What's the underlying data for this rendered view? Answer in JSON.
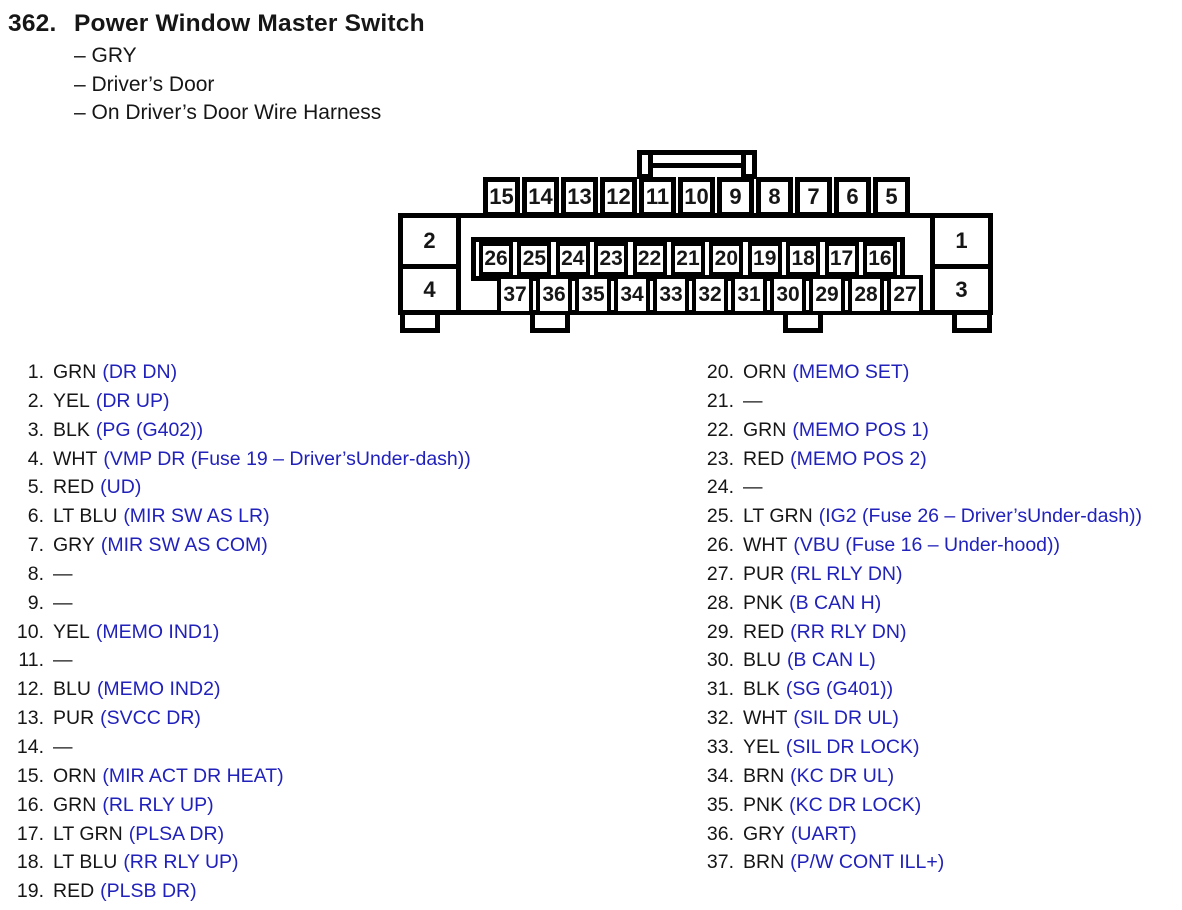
{
  "colors": {
    "ink": "#161616",
    "signal_blue": "#2121bb",
    "line": "#000000",
    "background": "#ffffff"
  },
  "header": {
    "section_number": "362.",
    "title": "Power Window Master Switch",
    "details": [
      "– GRY",
      "– Driver’s Door",
      "– On Driver’s Door Wire Harness"
    ]
  },
  "connector": {
    "top_row_pins": [
      "15",
      "14",
      "13",
      "12",
      "11",
      "10",
      "9",
      "8",
      "7",
      "6",
      "5"
    ],
    "middle_row_pins": [
      "26",
      "25",
      "24",
      "23",
      "22",
      "21",
      "20",
      "19",
      "18",
      "17",
      "16"
    ],
    "bottom_row_pins": [
      "37",
      "36",
      "35",
      "34",
      "33",
      "32",
      "31",
      "30",
      "29",
      "28",
      "27"
    ],
    "left_column_pins": [
      "2",
      "4"
    ],
    "right_column_pins": [
      "1",
      "3"
    ]
  },
  "pin_list": {
    "left_column": [
      {
        "num": "1.",
        "wire": "GRN",
        "signal": "(DR DN)"
      },
      {
        "num": "2.",
        "wire": "YEL",
        "signal": "(DR UP)"
      },
      {
        "num": "3.",
        "wire": "BLK",
        "signal": "(PG (G402))"
      },
      {
        "num": "4.",
        "wire": "WHT",
        "signal": "(VMP DR (Fuse 19 – Driver’sUnder-dash))"
      },
      {
        "num": "5.",
        "wire": "RED",
        "signal": "(UD)"
      },
      {
        "num": "6.",
        "wire": "LT BLU",
        "signal": "(MIR SW AS LR)"
      },
      {
        "num": "7.",
        "wire": "GRY",
        "signal": "(MIR SW AS COM)"
      },
      {
        "num": "8.",
        "wire": "—",
        "signal": ""
      },
      {
        "num": "9.",
        "wire": "—",
        "signal": ""
      },
      {
        "num": "10.",
        "wire": "YEL",
        "signal": "(MEMO IND1)"
      },
      {
        "num": "11.",
        "wire": "—",
        "signal": ""
      },
      {
        "num": "12.",
        "wire": "BLU",
        "signal": "(MEMO IND2)"
      },
      {
        "num": "13.",
        "wire": "PUR",
        "signal": "(SVCC DR)"
      },
      {
        "num": "14.",
        "wire": "—",
        "signal": ""
      },
      {
        "num": "15.",
        "wire": "ORN",
        "signal": "(MIR ACT DR HEAT)"
      },
      {
        "num": "16.",
        "wire": "GRN",
        "signal": "(RL RLY UP)"
      },
      {
        "num": "17.",
        "wire": "LT GRN",
        "signal": "(PLSA DR)"
      },
      {
        "num": "18.",
        "wire": "LT BLU",
        "signal": "(RR RLY UP)"
      },
      {
        "num": "19.",
        "wire": "RED",
        "signal": "(PLSB DR)"
      }
    ],
    "right_column": [
      {
        "num": "20.",
        "wire": "ORN",
        "signal": "(MEMO SET)"
      },
      {
        "num": "21.",
        "wire": "—",
        "signal": ""
      },
      {
        "num": "22.",
        "wire": "GRN",
        "signal": "(MEMO POS 1)"
      },
      {
        "num": "23.",
        "wire": "RED",
        "signal": "(MEMO POS 2)"
      },
      {
        "num": "24.",
        "wire": "—",
        "signal": ""
      },
      {
        "num": "25.",
        "wire": "LT GRN",
        "signal": "(IG2 (Fuse 26 – Driver’sUnder-dash))"
      },
      {
        "num": "26.",
        "wire": "WHT",
        "signal": "(VBU (Fuse 16 – Under-hood))"
      },
      {
        "num": "27.",
        "wire": "PUR",
        "signal": "(RL RLY DN)"
      },
      {
        "num": "28.",
        "wire": "PNK",
        "signal": "(B CAN H)"
      },
      {
        "num": "29.",
        "wire": "RED",
        "signal": "(RR RLY DN)"
      },
      {
        "num": "30.",
        "wire": "BLU",
        "signal": "(B CAN L)"
      },
      {
        "num": "31.",
        "wire": "BLK",
        "signal": "(SG (G401))"
      },
      {
        "num": "32.",
        "wire": "WHT",
        "signal": "(SIL DR UL)"
      },
      {
        "num": "33.",
        "wire": "YEL",
        "signal": "(SIL DR LOCK)"
      },
      {
        "num": "34.",
        "wire": "BRN",
        "signal": "(KC DR UL)"
      },
      {
        "num": "35.",
        "wire": "PNK",
        "signal": "(KC DR LOCK)"
      },
      {
        "num": "36.",
        "wire": "GRY",
        "signal": "(UART)"
      },
      {
        "num": "37.",
        "wire": "BRN",
        "signal": "(P/W CONT ILL+)"
      }
    ]
  }
}
